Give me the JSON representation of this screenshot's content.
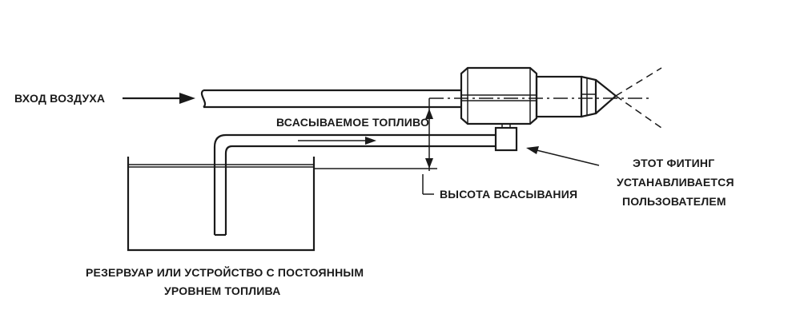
{
  "labels": {
    "air_inlet": "ВХОД ВОЗДУХА",
    "fuel_suction": "ВСАСЫВАЕМОЕ ТОПЛИВО",
    "suction_height": "ВЫСОТА ВСАСЫВАНИЯ",
    "fitting_line1": "ЭТОТ ФИТИНГ",
    "fitting_line2": "УСТАНАВЛИВАЕТСЯ",
    "fitting_line3": "ПОЛЬЗОВАТЕЛЕМ",
    "reservoir_line1": "РЕЗЕРВУАР ИЛИ УСТРОЙСТВО С ПОСТОЯННЫМ",
    "reservoir_line2": "УРОВНЕМ ТОПЛИВА"
  },
  "colors": {
    "ink": "#1a1a1a",
    "background": "#ffffff"
  }
}
